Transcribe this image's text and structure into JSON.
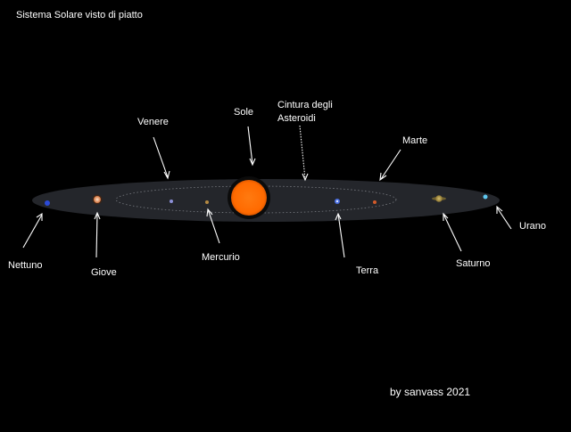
{
  "title": "Sistema Solare visto di piatto",
  "credit": "by sanvass  2021",
  "colors": {
    "background": "#000000",
    "disc": "#24262b",
    "belt": "#7a7d83",
    "sun": "#ff6a00",
    "sun_halo": "#101010",
    "arrow": "#ffffff"
  },
  "labels": {
    "sole": "Sole",
    "cintura_line1": "Cintura degli",
    "cintura_line2": "Asteroidi",
    "venere": "Venere",
    "marte": "Marte",
    "nettuno": "Nettuno",
    "giove": "Giove",
    "mercurio": "Mercurio",
    "terra": "Terra",
    "saturno": "Saturno",
    "urano": "Urano"
  }
}
